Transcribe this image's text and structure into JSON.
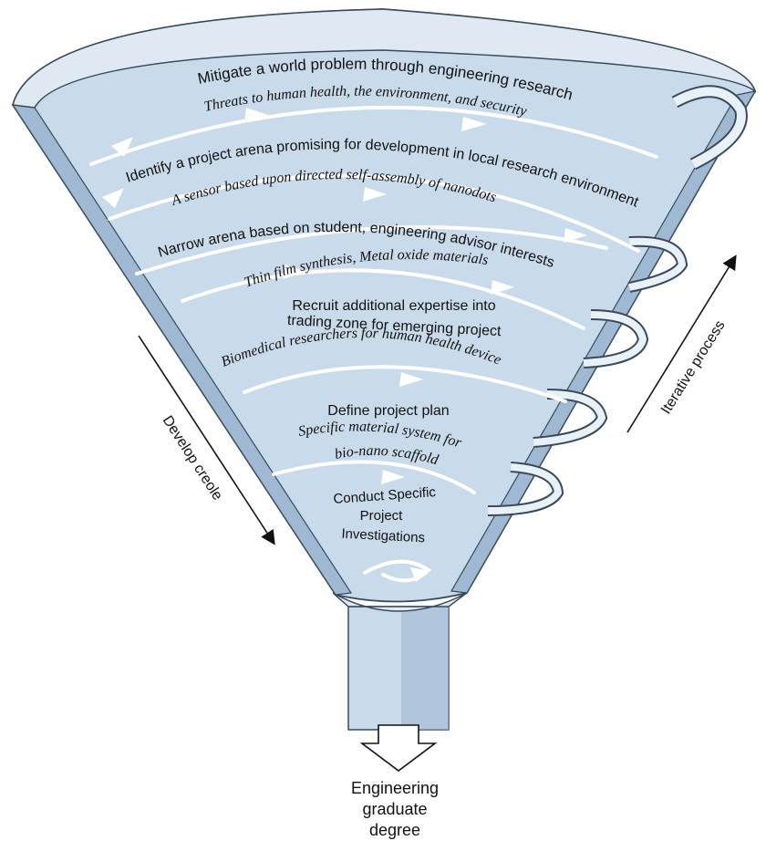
{
  "colors": {
    "funnel_fill": "#c9daea",
    "funnel_rim": "#dfe9f3",
    "funnel_side": "#9fb9d3",
    "outline": "#3a4a5a",
    "flow_arrow": "#ffffff",
    "text": "#111111"
  },
  "stages": [
    {
      "title": "Mitigate a world problem through engineering research",
      "example": "Threats to human health, the environment, and security"
    },
    {
      "title": "Identify a project arena promising for development in local research environment",
      "example": "A sensor based upon directed self-assembly of nanodots"
    },
    {
      "title": "Narrow arena based on student, engineering advisor interests",
      "example": "Thin film synthesis, Metal oxide materials"
    },
    {
      "title_lines": [
        "Recruit additional expertise into",
        "trading zone for emerging project"
      ],
      "example": "Biomedical researchers for human health device"
    },
    {
      "title": "Define project plan",
      "example_lines": [
        "Specific material system for",
        "bio-nano scaffold"
      ]
    },
    {
      "title_lines": [
        "Conduct Specific",
        "Project",
        "Investigations"
      ]
    }
  ],
  "side_labels": {
    "left": "Develop creole",
    "right": "Iterative process"
  },
  "output": {
    "lines": [
      "Engineering",
      "graduate",
      "degree"
    ]
  }
}
